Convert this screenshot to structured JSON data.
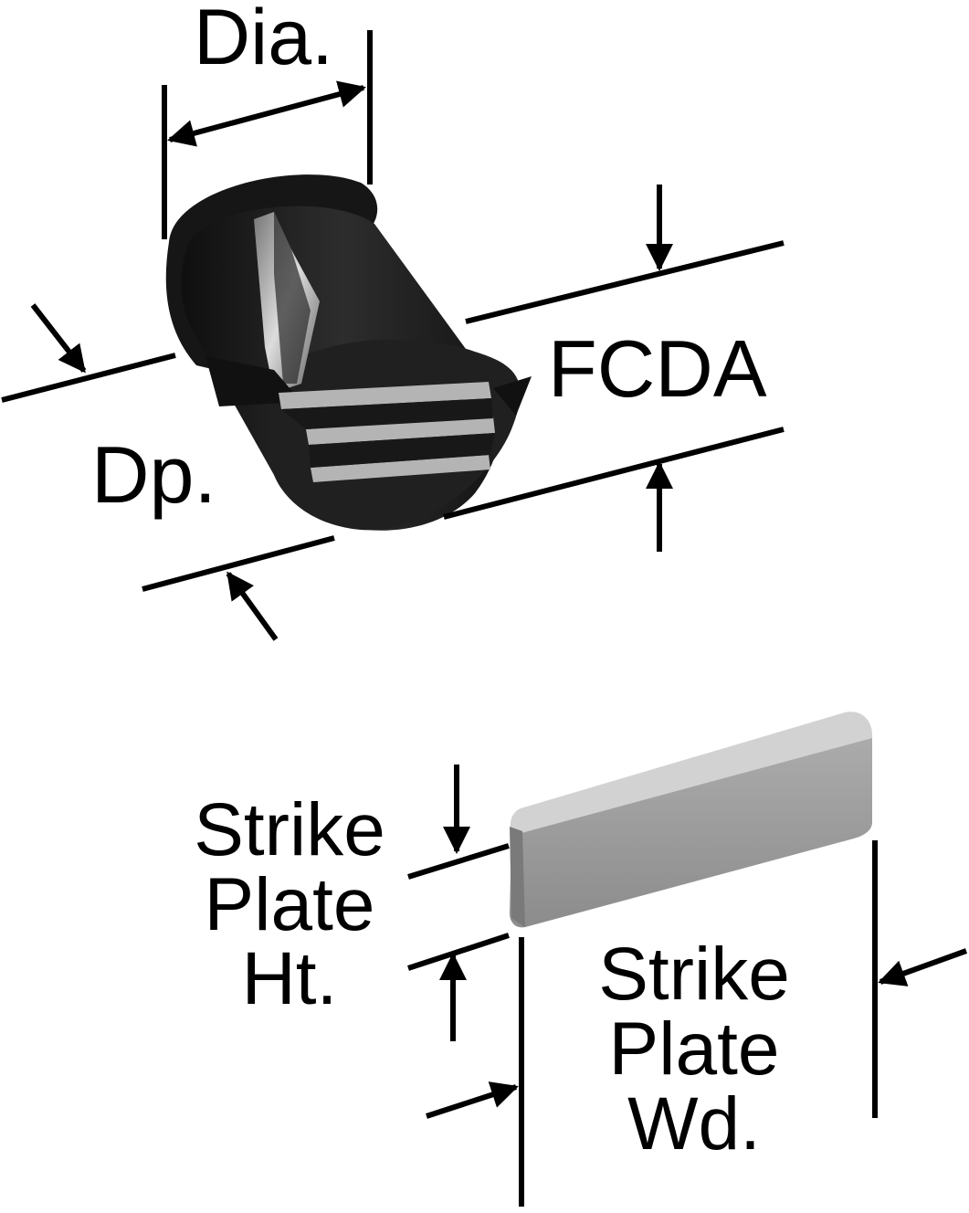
{
  "labels": {
    "diameter": "Dia.",
    "fcda": "FCDA",
    "depth": "Dp.",
    "strike_plate_height": [
      "Strike",
      "Plate",
      "Ht."
    ],
    "strike_plate_width": [
      "Strike",
      "Plate",
      "Wd."
    ]
  },
  "colors": {
    "background": "#ffffff",
    "ink": "#000000",
    "latch_body": "#1a1a1a",
    "latch_highlight": "#3c3c3c",
    "metal_insert": "#a9a9a9",
    "strike_plate": "#9a9a9a",
    "strike_plate_top": "#c8c8c8"
  }
}
